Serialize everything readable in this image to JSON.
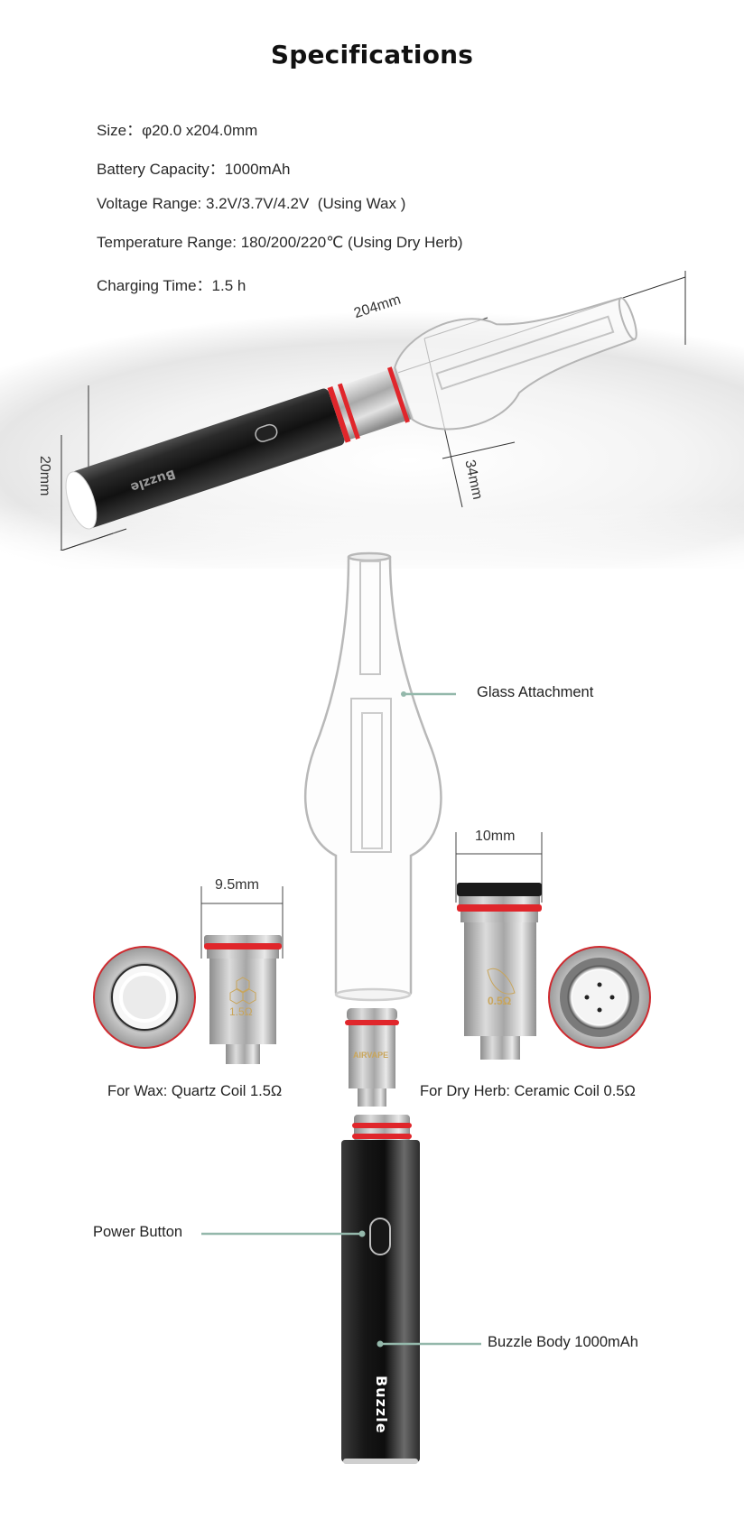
{
  "header": {
    "title": "Specifications"
  },
  "specs": [
    {
      "label": "Size",
      "separator": "：",
      "value": "φ20.0 x204.0mm"
    },
    {
      "label": "Battery Capacity",
      "separator": "：",
      "value": "1000mAh"
    },
    {
      "label": "Voltage Range",
      "separator": ": ",
      "value": "3.2V/3.7V/4.2V  (Using Wax )"
    },
    {
      "label": "Temperature Range",
      "separator": ": ",
      "value": "180/200/220℃ (Using Dry Herb)"
    },
    {
      "label": "Charging Time",
      "separator": "：",
      "value": "1.5 h"
    }
  ],
  "specs_text": [
    "Size：φ20.0 x204.0mm",
    "Battery Capacity：1000mAh",
    "Voltage Range: 3.2V/3.7V/4.2V  (Using Wax )",
    "Temperature Range: 180/200/220℃ (Using Dry Herb)",
    "Charging Time：1.5 h"
  ],
  "hero": {
    "length_dimension": "204mm",
    "diameter_dimension": "20mm",
    "glass_dimension": "34mm",
    "body_brand": "Buzzle",
    "coil_brand": "AIRVAPE"
  },
  "exploded": {
    "glass_label": "Glass Attachment",
    "wax_coil": {
      "width": "9.5mm",
      "resistance": "1.5Ω",
      "label": "For Wax: Quartz Coil 1.5Ω"
    },
    "herb_coil": {
      "width": "10mm",
      "resistance": "0.5Ω",
      "label": "For Dry Herb: Ceramic Coil 0.5Ω"
    },
    "center_coil_brand": "AIRVAPE",
    "power_button_label": "Power Button",
    "body_label": "Buzzle Body 1000mAh",
    "body_brand": "Buzzle"
  },
  "colors": {
    "leader_line": "#94b8ab",
    "seal_red": "#e0262b",
    "body_black": "#1c1c1c",
    "gold": "#c9a55a",
    "steel": "#b9b9b9"
  }
}
